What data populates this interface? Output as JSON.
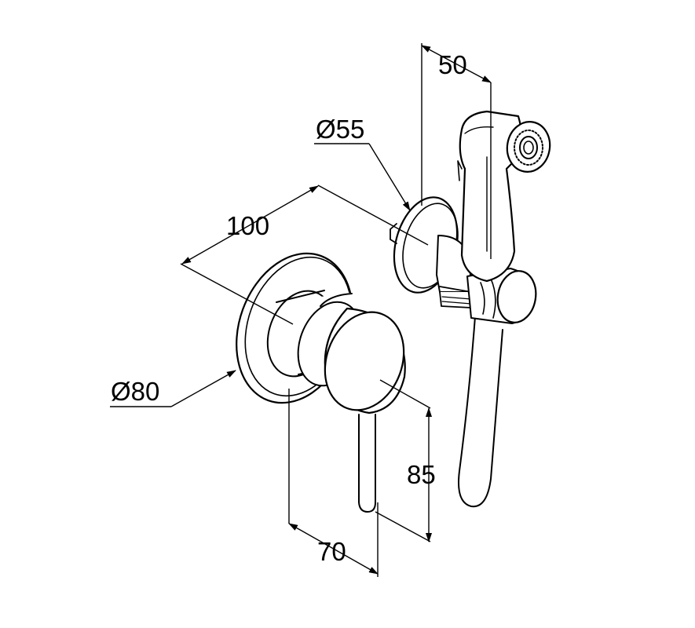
{
  "drawing": {
    "ink_color": "#000000",
    "background_color": "#ffffff"
  },
  "dimensions": {
    "dim_50": "50",
    "dim_dia55": "Ø55",
    "dim_100": "100",
    "dim_dia80": "Ø80",
    "dim_85": "85",
    "dim_70": "70"
  }
}
